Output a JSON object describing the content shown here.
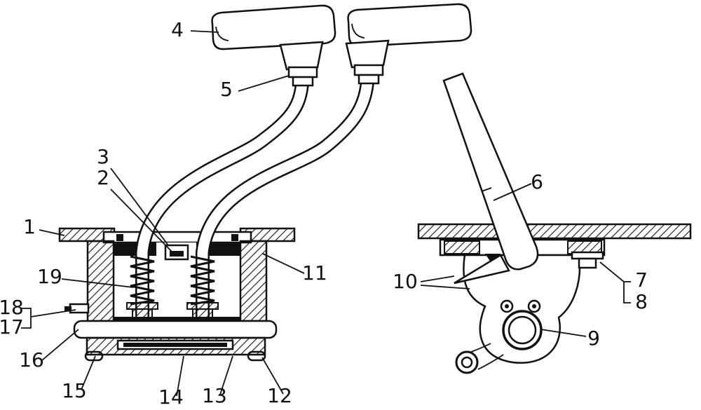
{
  "figure": {
    "kind": "patent-style mechanical sectional drawing",
    "callouts": {
      "c1": "1",
      "c2": "2",
      "c3": "3",
      "c4": "4",
      "c5": "5",
      "c6": "6",
      "c7": "7",
      "c8": "8",
      "c9": "9",
      "c10": "10",
      "c11": "11",
      "c12": "12",
      "c13": "13",
      "c14": "14",
      "c15": "15",
      "c16": "16",
      "c17": "17",
      "c18": "18",
      "c19": "19"
    },
    "ink_color": "#111111",
    "background_color": "#ffffff"
  }
}
